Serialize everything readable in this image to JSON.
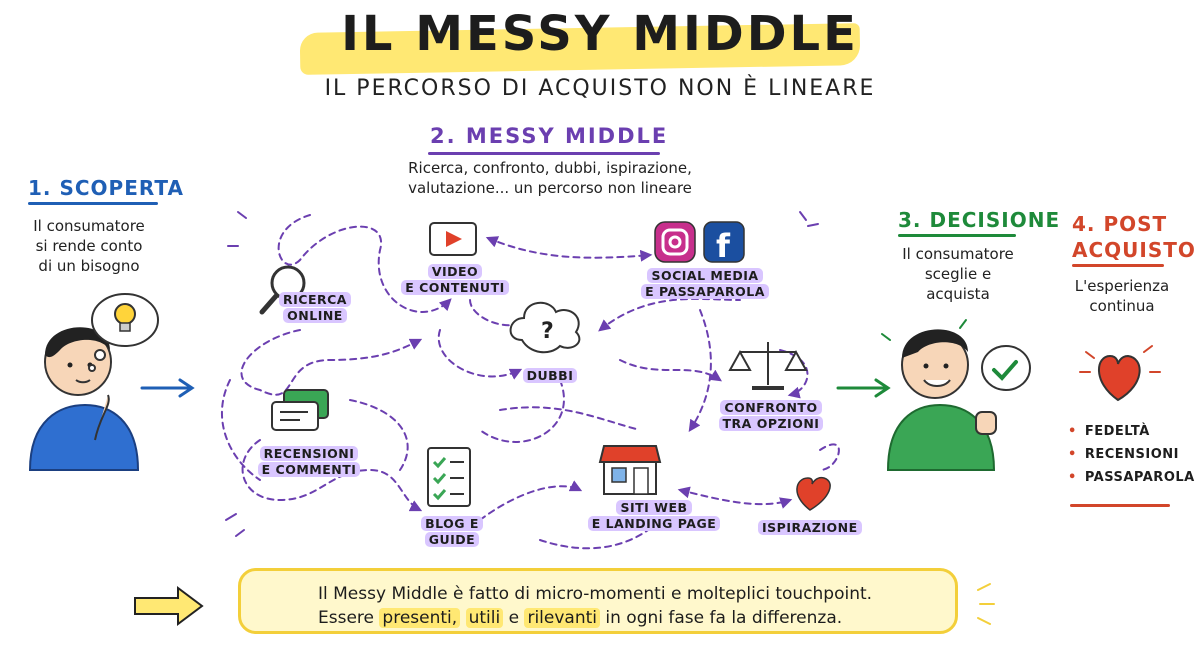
{
  "header": {
    "title": "IL MESSY MIDDLE",
    "subtitle": "IL PERCORSO DI ACQUISTO NON È LINEARE"
  },
  "stages": {
    "discovery": {
      "title": "1. SCOPERTA",
      "lines": [
        "Il consumatore",
        "si rende conto",
        "di un bisogno"
      ]
    },
    "messy": {
      "title": "2. MESSY MIDDLE",
      "lines": [
        "Ricerca, confronto, dubbi, ispirazione,",
        "valutazione... un percorso non lineare"
      ]
    },
    "decision": {
      "title": "3. DECISIONE",
      "lines": [
        "Il consumatore",
        "sceglie e",
        "acquista"
      ]
    },
    "post": {
      "title_line1": "4. POST",
      "title_line2": "ACQUISTO",
      "lines": [
        "L'esperienza",
        "continua"
      ],
      "bullets": [
        "FEDELTÀ",
        "RECENSIONI",
        "PASSAPAROLA"
      ]
    }
  },
  "touchpoints": {
    "ricerca": [
      "RICERCA",
      "ONLINE"
    ],
    "video": [
      "VIDEO",
      "E CONTENUTI"
    ],
    "social": [
      "SOCIAL MEDIA",
      "E PASSAPAROLA"
    ],
    "dubbi": [
      "DUBBI"
    ],
    "confronto": [
      "CONFRONTO",
      "TRA OPZIONI"
    ],
    "recensioni": [
      "RECENSIONI",
      "E COMMENTI"
    ],
    "blog": [
      "BLOG E",
      "GUIDE"
    ],
    "siti": [
      "SITI WEB",
      "E LANDING PAGE"
    ],
    "ispirazione": [
      "ISPIRAZIONE"
    ]
  },
  "banner": {
    "line1": "Il Messy Middle è fatto di micro-momenti e molteplici touchpoint.",
    "line2_a": "Essere",
    "line2_w1": "presenti,",
    "line2_w2": "utili",
    "line2_b": "e",
    "line2_w3": "rilevanti",
    "line2_c": "in ogni fase fa la differenza."
  },
  "icons": {
    "instagram": "instagram-icon",
    "facebook": "facebook-icon",
    "facebook_letter": "f",
    "question_mark": "?"
  },
  "colors": {
    "blue": "#1f5fb5",
    "purple": "#6b3fb0",
    "green": "#1e8a3a",
    "red": "#d2462a",
    "yellow": "#ffe873",
    "lavender": "#d9c6ff"
  }
}
